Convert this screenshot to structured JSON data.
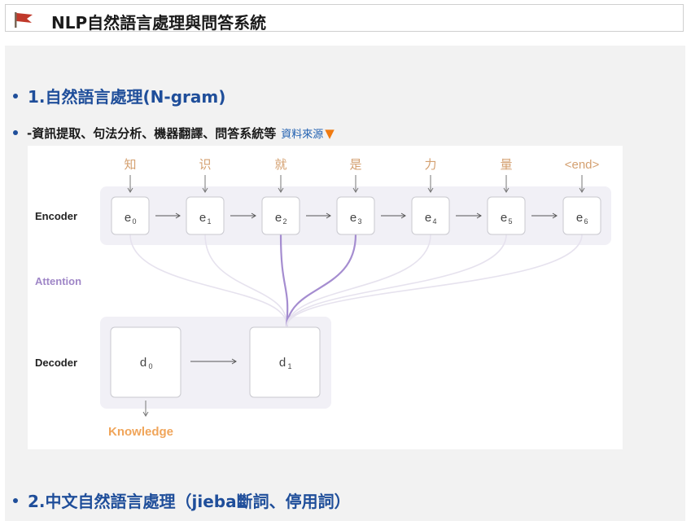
{
  "header": {
    "title": "NLP自然語言處理與問答系統",
    "icon": "flag-icon"
  },
  "content": {
    "item1": "1.自然語言處理(N-gram)",
    "item1_desc": "-資訊提取、句法分析、機器翻譯、問答系統等",
    "source_link": "資料來源",
    "source_arrow": "▼",
    "item2": "2.中文自然語言處理（jieba斷詞、停用詞）"
  },
  "diagram": {
    "encoder_label": "Encoder",
    "attention_label": "Attention",
    "decoder_label": "Decoder",
    "knowledge_label": "Knowledge",
    "input_tokens": [
      "知",
      "识",
      "就",
      "是",
      "力",
      "量",
      "<end>"
    ],
    "encoder_nodes": [
      {
        "base": "e",
        "sub": "0"
      },
      {
        "base": "e",
        "sub": "1"
      },
      {
        "base": "e",
        "sub": "2"
      },
      {
        "base": "e",
        "sub": "3"
      },
      {
        "base": "e",
        "sub": "4"
      },
      {
        "base": "e",
        "sub": "5"
      },
      {
        "base": "e",
        "sub": "6"
      }
    ],
    "decoder_nodes": [
      {
        "base": "d",
        "sub": "0"
      },
      {
        "base": "d",
        "sub": "1"
      }
    ],
    "colors": {
      "token": "#d4a070",
      "attention": "#9f86c7",
      "knowledge": "#f0a55a",
      "panel": "#f1f0f6",
      "strong_line": "#a58dd0",
      "faint_line": "#e6e2ee"
    }
  }
}
